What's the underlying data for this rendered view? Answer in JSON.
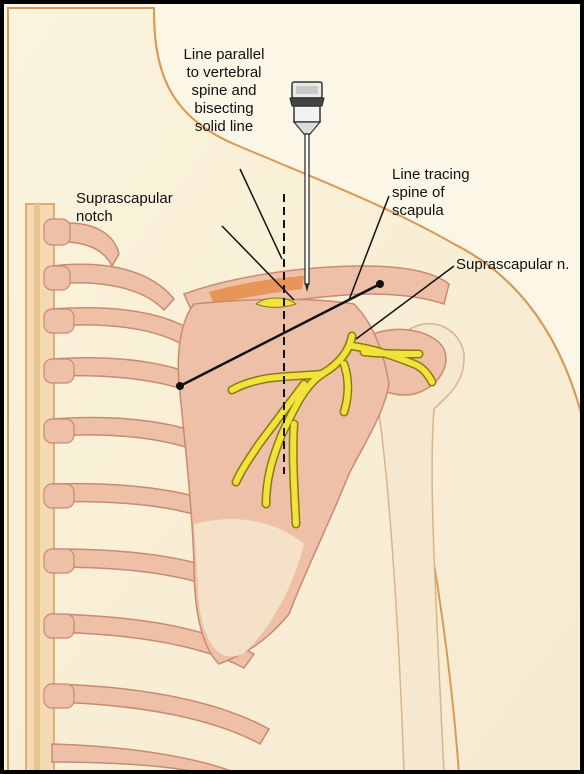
{
  "labels": {
    "parallel_line": "Line parallel\nto vertebral\nspine and\nbisecting\nsolid line",
    "suprascapular_notch": "Suprascapular\nnotch",
    "line_tracing": "Line tracing\nspine of\nscapula",
    "suprascapular_nerve": "Suprascapular n."
  },
  "colors": {
    "background": "#fbf6e6",
    "skin_outline": "#d99a55",
    "bone": "#eec0a8",
    "bone_light": "#f6e7cf",
    "muscle": "#e79558",
    "nerve": "#f1e23c",
    "nerve_outline": "#8a7a12",
    "line": "#111111",
    "border": "#000000"
  },
  "icons": [
    "needle-icon"
  ]
}
